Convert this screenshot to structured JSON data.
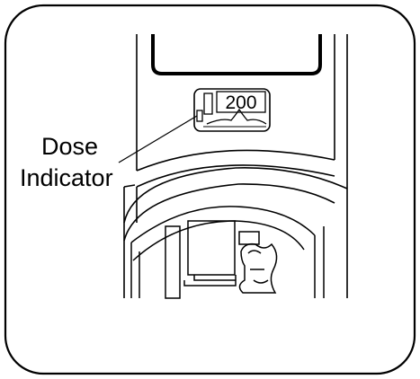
{
  "callout": {
    "line1": "Dose",
    "line2": "Indicator"
  },
  "dose_counter": {
    "value": "200"
  },
  "colors": {
    "stroke": "#000000",
    "background": "#ffffff"
  }
}
